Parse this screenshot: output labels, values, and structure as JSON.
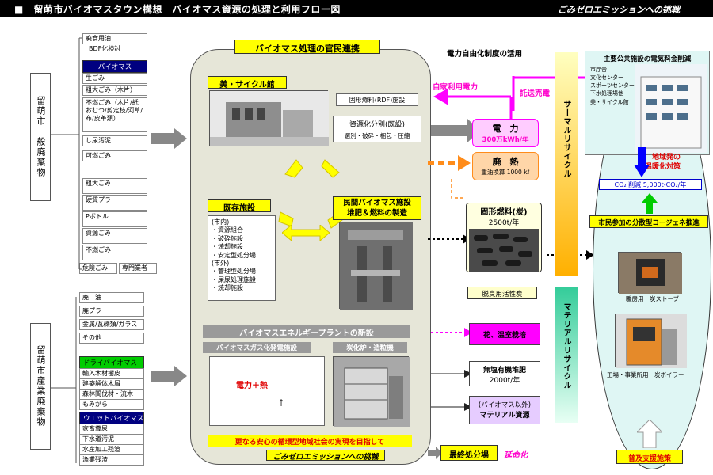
{
  "header": {
    "title": "■　留萌市バイオマスタウン構想　バイオマス資源の処理と利用フロー図",
    "right": "ごみゼロエミッションへの挑戦"
  },
  "left": {
    "general_label": "留萌市一般廃棄物",
    "industrial_label": "留萌市産業廃棄物",
    "top_items": [
      "廃食用油",
      "BDF化検討"
    ],
    "biomass_head": "バイオマス",
    "biomass_items": [
      "生ごみ",
      "粗大ごみ（木片）",
      "不燃ごみ（木片/紙おむつ/剪定枝/河草/布/皮革類）",
      "し尿汚泥",
      "可燃ごみ"
    ],
    "other_items": [
      "粗大ごみ",
      "硬質プラ",
      "Pボトル",
      "資源ごみ",
      "不燃ごみ"
    ],
    "hazard": [
      "危険ごみ",
      "専門業者"
    ],
    "ind_items": [
      "廃　油",
      "廃プラ",
      "金属/瓦礫類/ガラス",
      "その他"
    ],
    "dry_head": "ドライバイオマス",
    "dry_items": [
      "輸入木材樹皮",
      "建築解体木屑",
      "森林間伐材・流木",
      "もみがら"
    ],
    "wet_head": "ウエットバイオマス",
    "wet_items": [
      "家畜糞尿",
      "下水道汚泥",
      "水産加工残渣",
      "漁業残渣"
    ]
  },
  "center": {
    "panel_title": "バイオマス処理の官民連携",
    "facility": "美・サイクル館",
    "rdf": "固形燃料(RDF)施設",
    "sorting_title": "資源化分別(既設)",
    "sorting_detail": "選別・破砕・梱包・圧縮",
    "existing_title": "既存施設",
    "existing_items": [
      "(市内)",
      "・資源組合",
      "・破砕施設",
      "・焼却施設",
      "・安定型処分場",
      "(市外)",
      "・管理型処分場",
      "・屎尿処理施設",
      "・焼却施設"
    ],
    "private_title1": "民間バイオマス施設",
    "private_title2": "堆肥＆燃料の製造",
    "newplant": "バイオマスエネルギープラントの新設",
    "gas": "バイオマスガス化発電施設",
    "carbon": "炭化炉・造粒機",
    "power_heat": "電力＋熱",
    "goal": "更なる安心の循環型地域社会の実現を目指して",
    "challenge": "ごみゼロエミッションへの挑戦"
  },
  "outputs": {
    "liberalize": "電力自由化制度の活用",
    "self_power": "自家利用電力",
    "consign": "託送売電",
    "power_title": "電　力",
    "power_value": "300万kWh/年",
    "waste_heat": "廃　熱",
    "waste_heat_value": "重油換算 1000 kℓ",
    "solid_fuel": "固形燃料(炭)",
    "solid_fuel_value": "2500t/年",
    "deodor": "脱臭用活性炭",
    "flower": "花、温室栽培",
    "fertilizer": "無塩有機堆肥",
    "fertilizer_value": "2000t/年",
    "material_title": "(バイオマス以外)",
    "material": "マテリアル資源",
    "landfill": "最終処分場",
    "extend": "延命化",
    "thermal": "サーマルリサイクル",
    "materialrec": "マテリアルリサイクル"
  },
  "right": {
    "title": "主要公共施設の電気料金削減",
    "facilities": [
      "市庁舎",
      "文化センター",
      "スポーツセンター",
      "下水処理場他",
      "美・サイクル館"
    ],
    "warming1": "地域発の",
    "warming2": "温暖化対策",
    "co2": "CO₂ 削減 5,000t-CO₂/年",
    "cogen": "市民参加の分散型コージェネ推進",
    "stove": "暖房用　炭ストーブ",
    "boiler": "工場・事業所用　炭ボイラー",
    "support": "普及支援施策"
  },
  "colors": {
    "accent_pink": "#ff00ff",
    "yellow": "#ffff00",
    "navy": "#000080",
    "green": "#00cc00"
  }
}
